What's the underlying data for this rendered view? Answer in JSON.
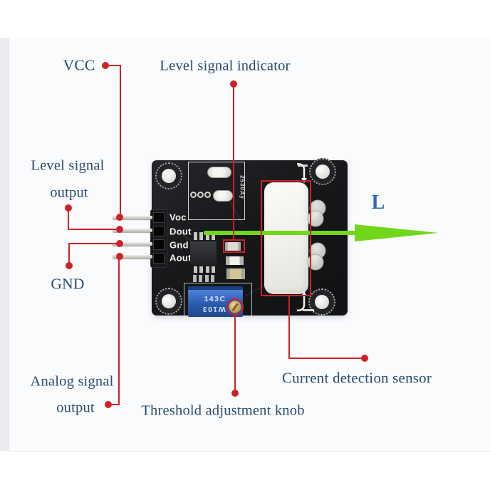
{
  "diagram": {
    "callouts": {
      "vcc": {
        "label": "VCC"
      },
      "level_signal_indicator": {
        "label": "Level signal indicator"
      },
      "level_signal_output": {
        "line1": "Level signal",
        "line2": "output"
      },
      "gnd": {
        "label": "GND"
      },
      "analog_signal_output": {
        "line1": "Analog signal",
        "line2": "output"
      },
      "threshold_knob": {
        "label": "Threshold adjustment knob"
      },
      "current_sensor": {
        "label": "Current detection sensor"
      },
      "load_line": {
        "label": "L"
      }
    },
    "board": {
      "pin_labels": [
        "Voc",
        "Dout",
        "Gnd",
        "Aout"
      ],
      "silkscreen_vertical_text": "2530Ay",
      "potentiometer": {
        "marking_top": "143C",
        "marking_bottom": "W103"
      }
    },
    "colors": {
      "annotation_red": "#ce2127",
      "callout_text_blue": "#2b4a6c",
      "load_label_blue": "#2e6cb3",
      "arrow_green": "#72d61a",
      "pcb_black": "#17181a",
      "potentiometer_blue": "#2b5cb0",
      "screw_gold": "#c29a4e",
      "sensor_white": "#f2f1ec"
    }
  }
}
